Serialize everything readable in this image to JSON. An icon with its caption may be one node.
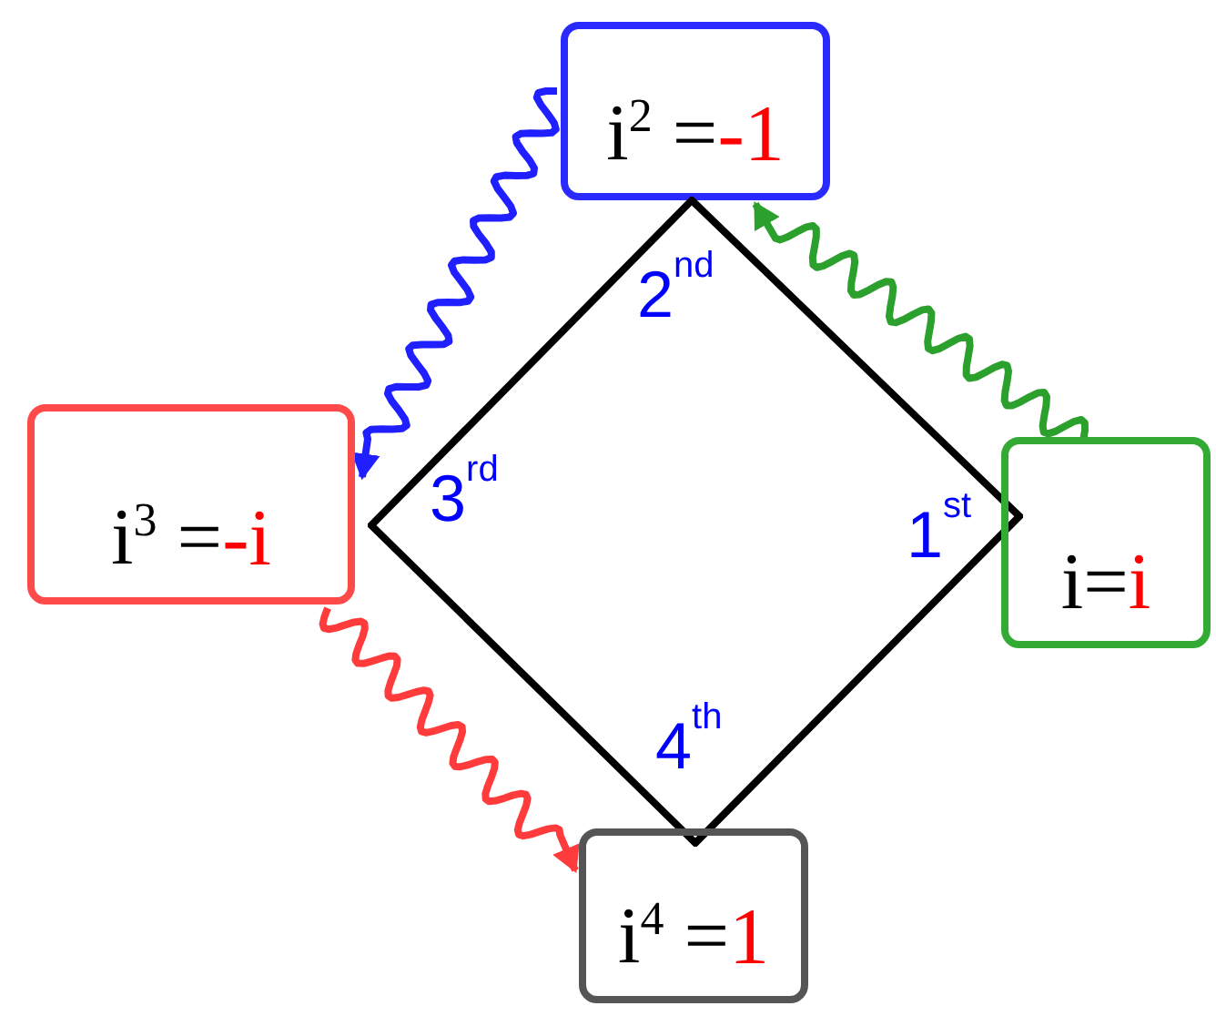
{
  "diagram": {
    "nodes": [
      {
        "text": [
          "i$^{2}$ =",
          "-1"
        ]
      },
      {
        "text": [
          "2$^{nd}$",
          "3$^{rd}$",
          "1$^{st}$",
          "4$^{th}$"
        ]
      },
      {
        "text": [
          "i$^{3}$ =",
          "-i"
        ]
      },
      {
        "text": [
          "i=",
          "i"
        ]
      },
      {
        "text": [
          "i$^{4}$ =",
          "1"
        ]
      }
    ],
    "edges": [
      {
        "from": 3,
        "to": 0,
        "arrow": "to",
        "color": "#2ca02c"
      },
      {
        "from": 0,
        "to": 2,
        "arrow": "to",
        "color": "#1f1fff"
      },
      {
        "from": 2,
        "to": 4,
        "arrow": "to",
        "color": "#ff3b3b"
      }
    ]
  }
}
